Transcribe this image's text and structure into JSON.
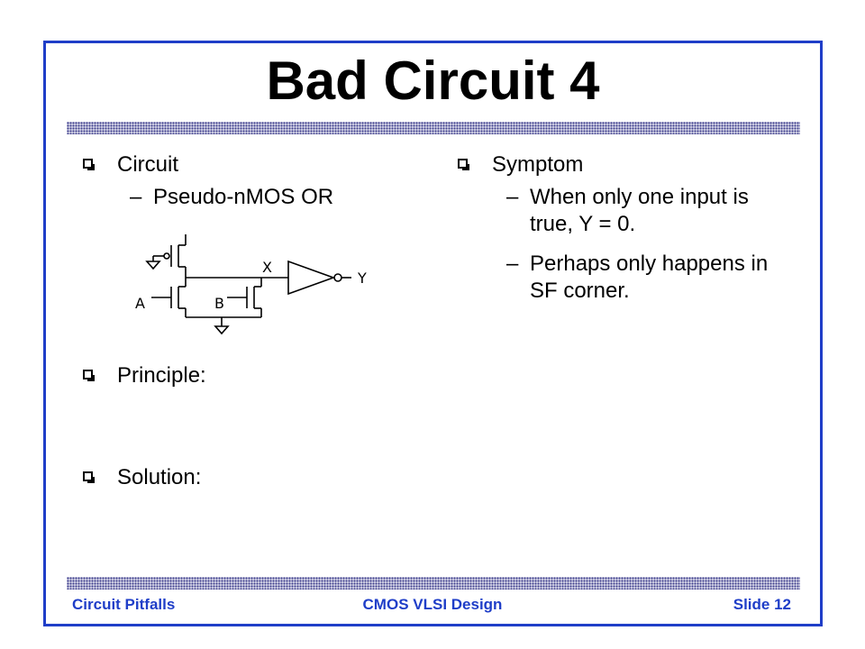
{
  "title": "Bad Circuit 4",
  "left": {
    "bullets": [
      {
        "label": "Circuit"
      },
      {
        "label": "Principle:"
      },
      {
        "label": "Solution:"
      }
    ],
    "circuit_sub": "Pseudo-nMOS OR"
  },
  "right": {
    "bullet": "Symptom",
    "subs": [
      "When only one input is true, Y = 0.",
      "Perhaps only happens in SF corner."
    ]
  },
  "schematic": {
    "labels": {
      "x": "X",
      "y": "Y",
      "a": "A",
      "b": "B"
    }
  },
  "footer": {
    "left": "Circuit Pitfalls",
    "center": "CMOS VLSI Design",
    "right": "Slide 12"
  },
  "colors": {
    "frame": "#1f3ec8",
    "footer": "#1f3ec8"
  }
}
